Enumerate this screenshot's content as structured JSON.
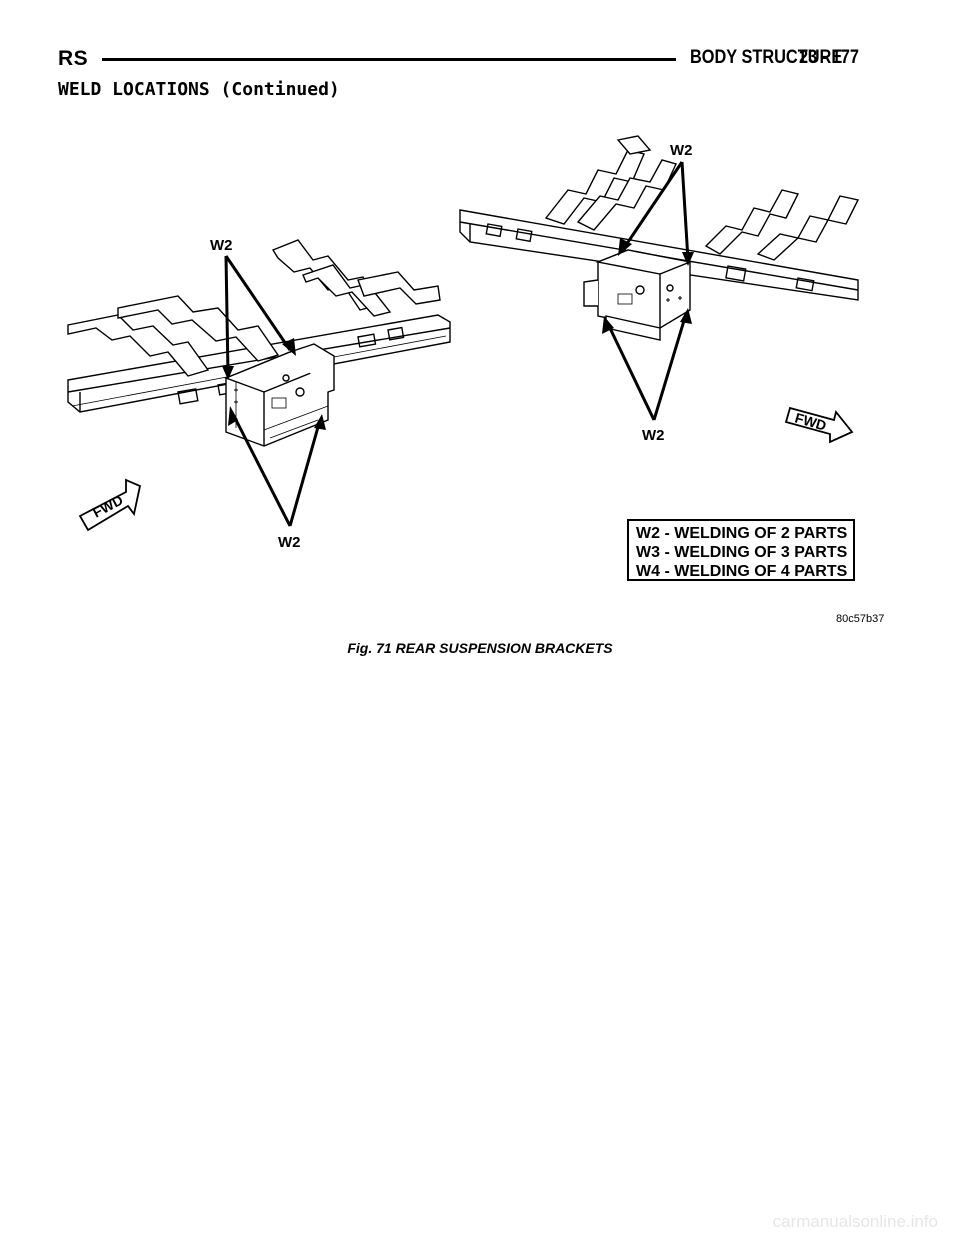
{
  "header": {
    "left": "RS",
    "title": "BODY STRUCTURE",
    "page": "23 - 177"
  },
  "section": {
    "title": "WELD LOCATIONS (Continued)"
  },
  "figure": {
    "callouts": [
      "W2",
      "W2",
      "W2",
      "W2"
    ],
    "fwd_left": "FWD",
    "fwd_right": "FWD",
    "legend": [
      "W2 - WELDING OF 2 PARTS",
      "W3 - WELDING OF 3 PARTS",
      "W4 - WELDING OF 4 PARTS"
    ],
    "code": "80c57b37",
    "caption": "Fig. 71 REAR SUSPENSION BRACKETS"
  },
  "watermark": "carmanualsonline.info"
}
